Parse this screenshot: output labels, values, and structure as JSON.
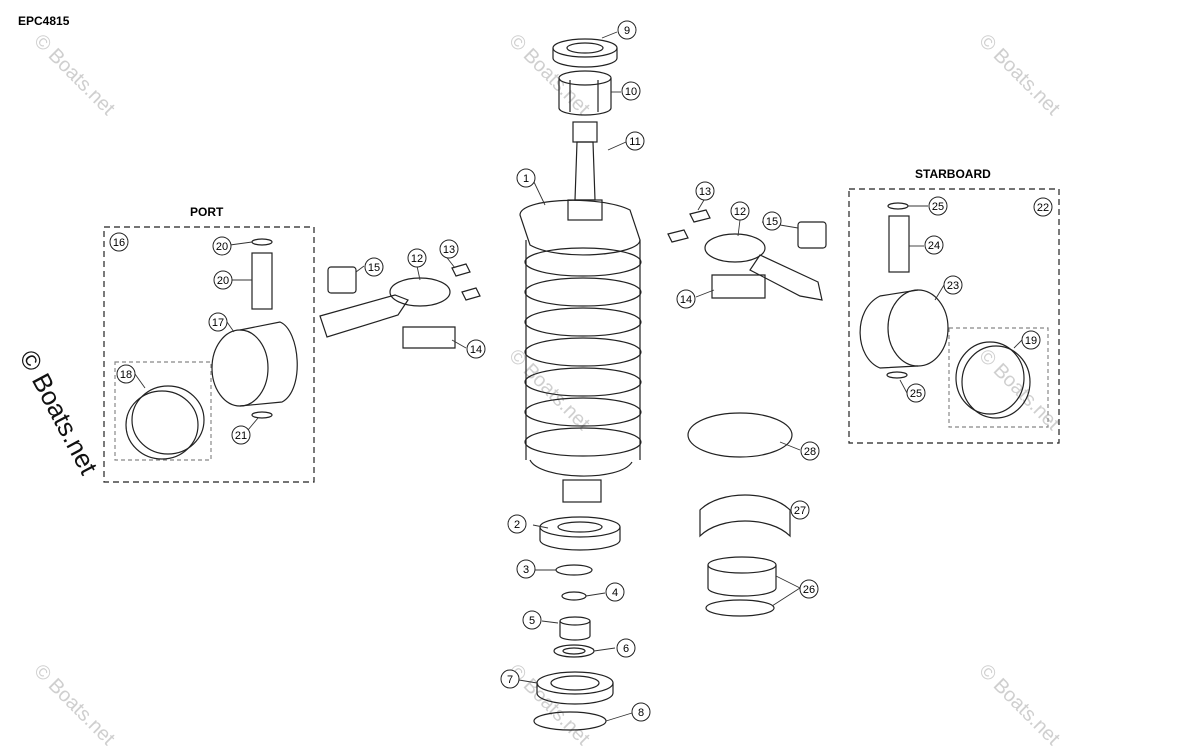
{
  "diagram": {
    "code": "EPC4815",
    "sections": {
      "port": "PORT",
      "starboard": "STARBOARD"
    },
    "watermark": "© Boats.net",
    "callouts": [
      "1",
      "2",
      "3",
      "4",
      "5",
      "6",
      "7",
      "8",
      "9",
      "10",
      "11",
      "12",
      "12",
      "13",
      "13",
      "14",
      "14",
      "15",
      "15",
      "16",
      "17",
      "18",
      "19",
      "20",
      "20",
      "21",
      "22",
      "23",
      "24",
      "25",
      "25",
      "26",
      "27",
      "28"
    ]
  }
}
